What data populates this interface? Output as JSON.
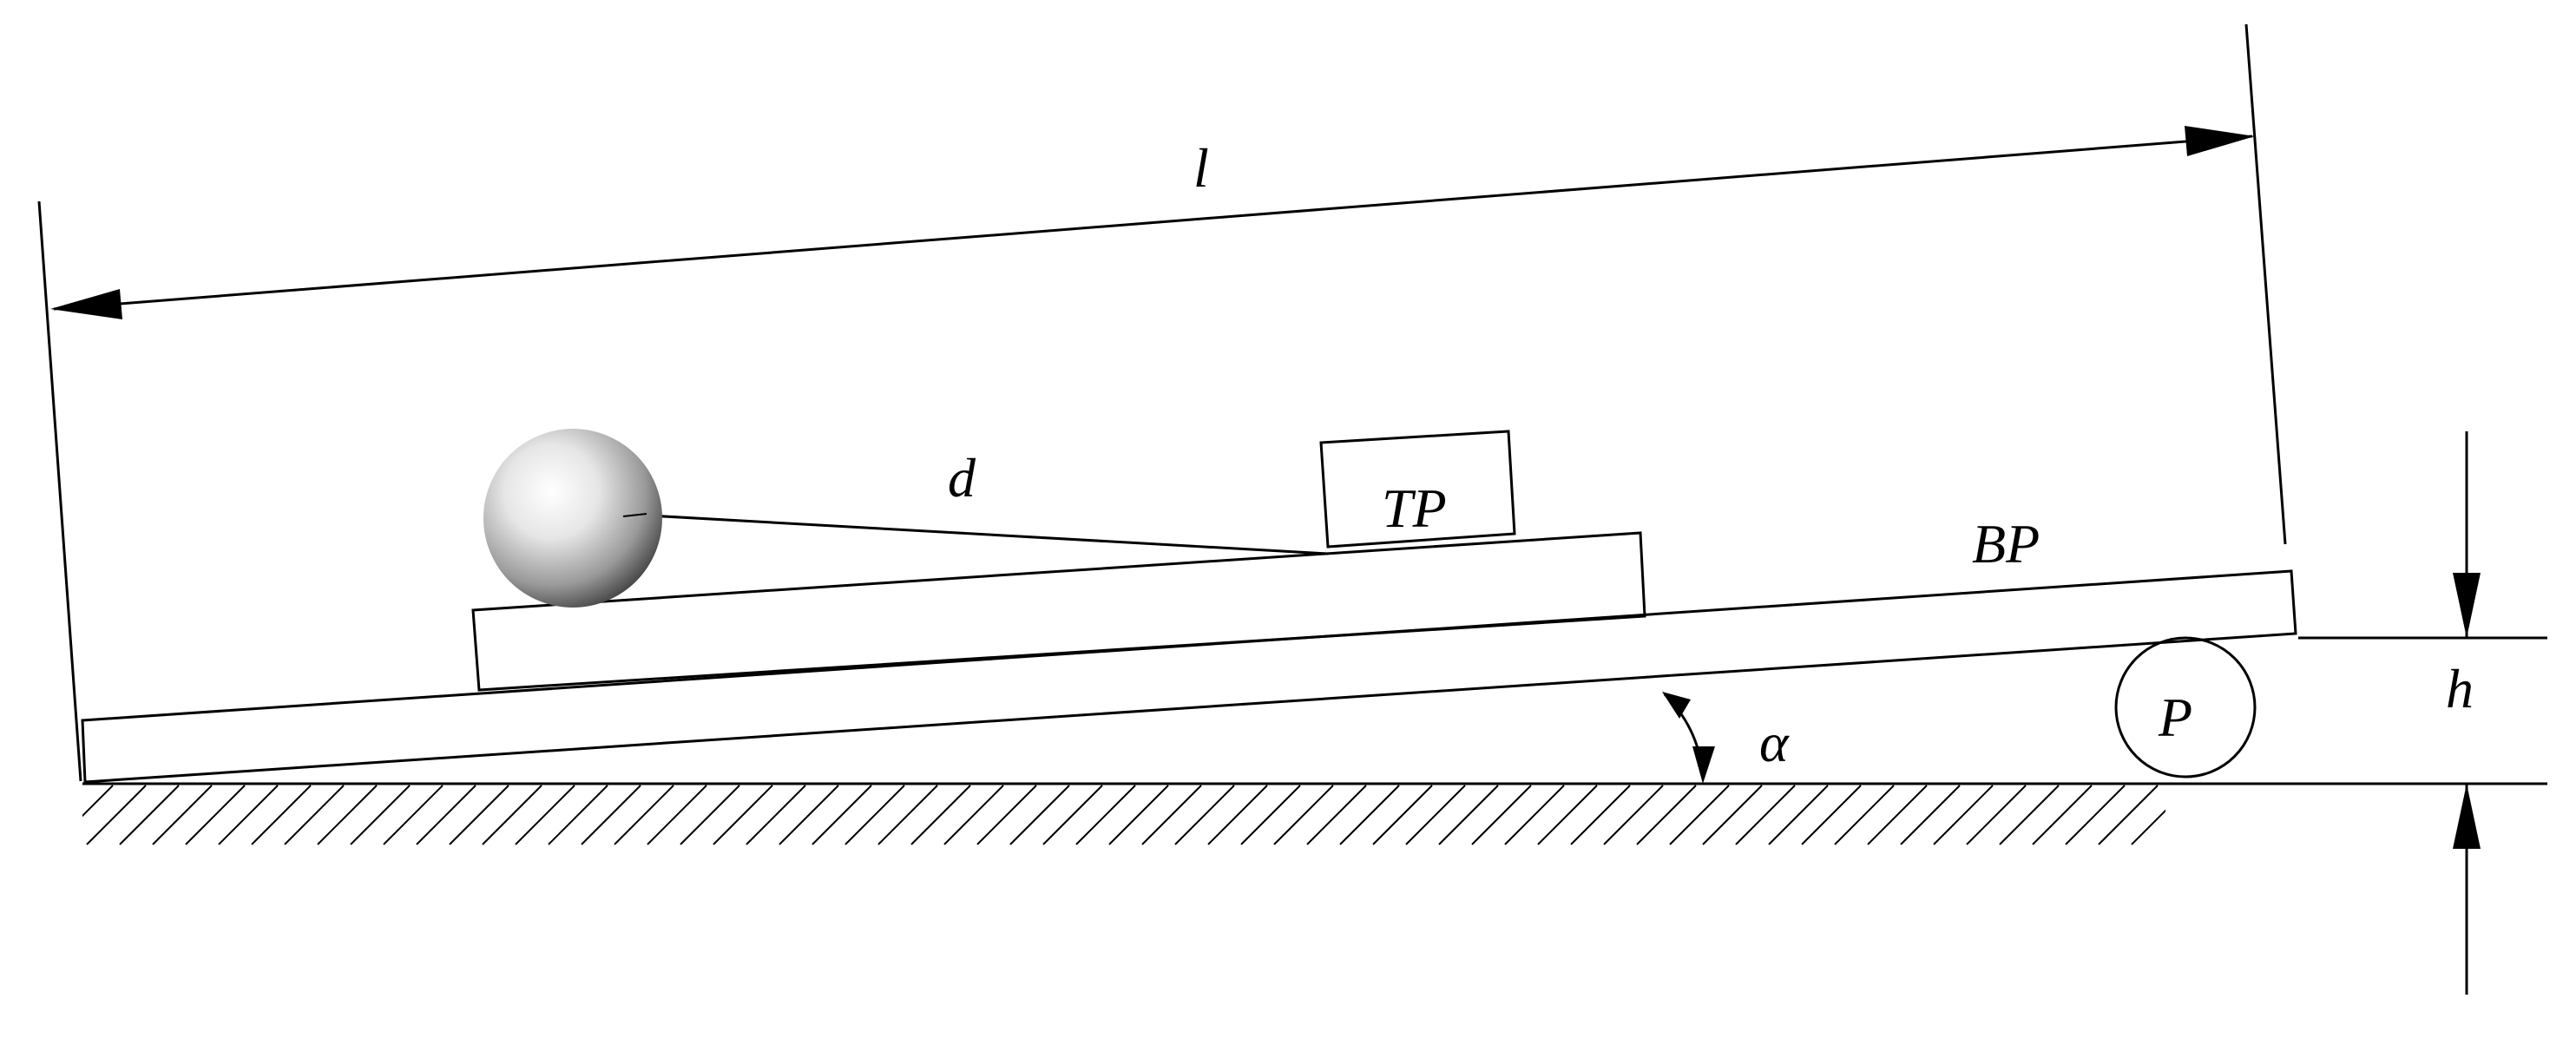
{
  "labels": {
    "length": "l",
    "distance": "d",
    "top_plate": "TP",
    "bottom_plate": "BP",
    "height": "h",
    "angle": "α",
    "pivot": "P"
  }
}
